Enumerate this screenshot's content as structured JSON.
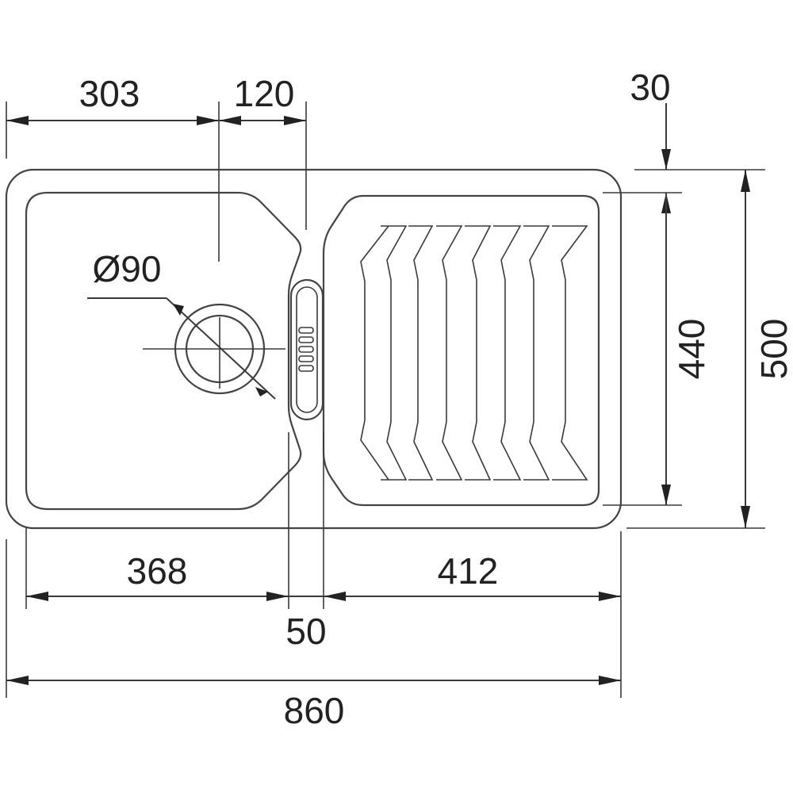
{
  "diagram": {
    "dimensions": {
      "basin_offset": "303",
      "bowl_to_divider": "120",
      "rim_offset_top": "30",
      "drainer_height": "440",
      "overall_depth": "500",
      "drain_diameter": "Ø90",
      "bowl_width": "368",
      "divider_width": "50",
      "drainer_width": "412",
      "overall_width": "860"
    },
    "colors": {
      "line": "#3a3a3a",
      "text": "#222222",
      "background": "#ffffff"
    }
  }
}
